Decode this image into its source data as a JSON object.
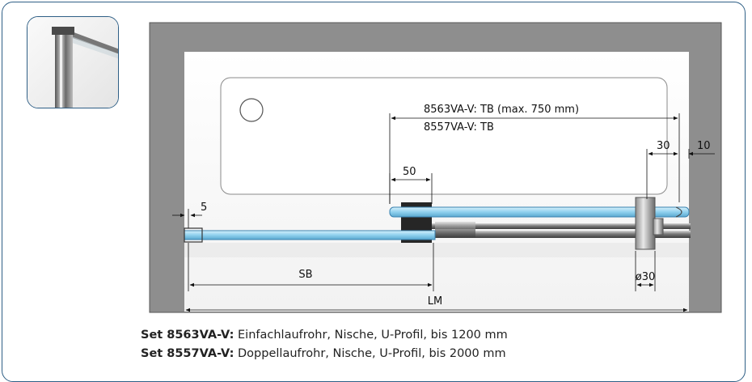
{
  "labels": {
    "tb_8563": "8563VA-V: TB (max. 750 mm)",
    "tb_8557": "8557VA-V: TB",
    "dim_30": "30",
    "dim_10": "10",
    "dim_50": "50",
    "dim_5": "5",
    "dim_sb": "SB",
    "dim_d30": "ø30",
    "dim_lm": "LM"
  },
  "captions": [
    {
      "set": "Set 8563VA-V:",
      "text": " Einfachlaufrohr, Nische, U-Profil, bis 1200 mm"
    },
    {
      "set": "Set 8557VA-V:",
      "text": " Doppellaufrohr, Nische, U-Profil, bis 2000 mm"
    }
  ],
  "colors": {
    "frame_border": "#2f5f86",
    "wall": "#8e8e8e",
    "glass": "#8fd0ee",
    "rail": "#8a8a8a"
  }
}
